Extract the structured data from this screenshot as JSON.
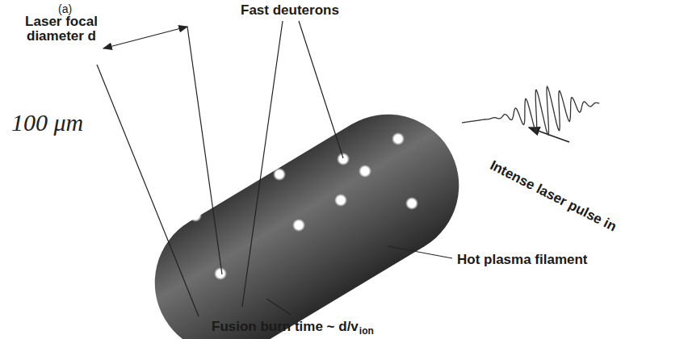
{
  "diagram": {
    "labels": [
      "(a)",
      "Laser focal diameter d",
      "100 μm",
      "Fast deuterons",
      "Intense laser pulse in",
      "Hot plasma filament",
      "Fusion burn time ~ d/v",
      "ion"
    ]
  }
}
